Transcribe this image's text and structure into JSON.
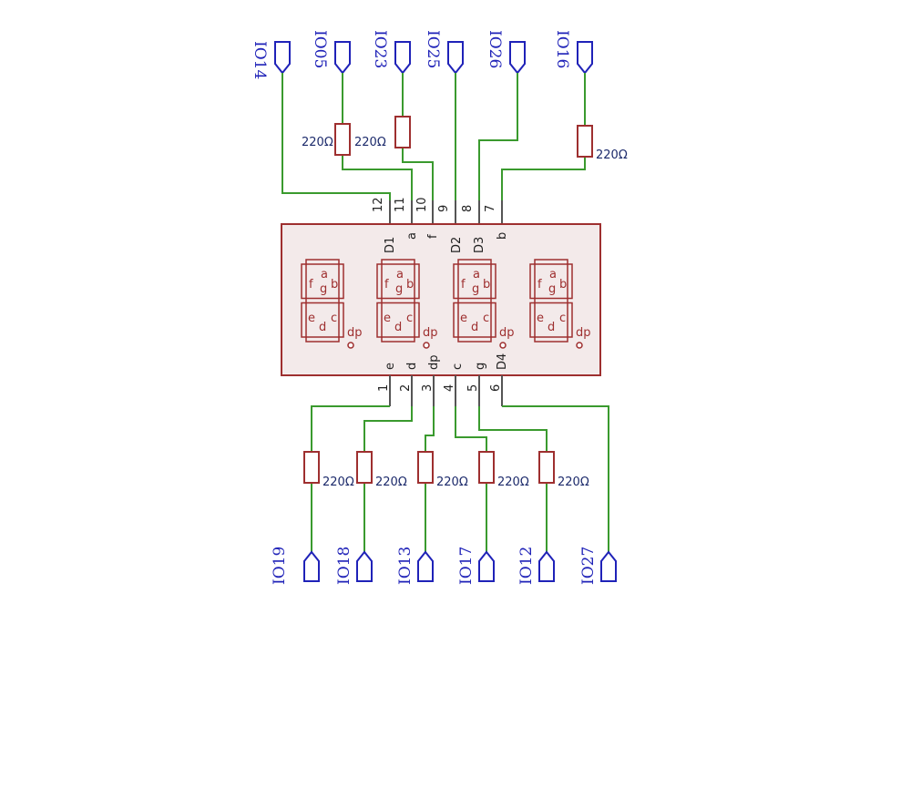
{
  "display": {
    "top_pins": [
      {
        "num": "12",
        "name": "D1"
      },
      {
        "num": "11",
        "name": "a"
      },
      {
        "num": "10",
        "name": "f"
      },
      {
        "num": "9",
        "name": "D2"
      },
      {
        "num": "8",
        "name": "D3"
      },
      {
        "num": "7",
        "name": "b"
      }
    ],
    "bottom_pins": [
      {
        "num": "1",
        "name": "e"
      },
      {
        "num": "2",
        "name": "d"
      },
      {
        "num": "3",
        "name": "dp"
      },
      {
        "num": "4",
        "name": "c"
      },
      {
        "num": "5",
        "name": "g"
      },
      {
        "num": "6",
        "name": "D4"
      }
    ],
    "segment_labels": {
      "a": "a",
      "b": "b",
      "c": "c",
      "d": "d",
      "e": "e",
      "f": "f",
      "g": "g",
      "dp": "dp"
    },
    "digit_count": 4
  },
  "top_nets": [
    "IO14",
    "IO05",
    "IO23",
    "IO25",
    "IO26",
    "IO16"
  ],
  "bottom_nets": [
    "IO19",
    "IO18",
    "IO13",
    "IO17",
    "IO12",
    "IO27"
  ],
  "resistors": {
    "r_io05": "220Ω",
    "r_io23": "220Ω",
    "r_io16": "220Ω",
    "r_io19": "220Ω",
    "r_io18": "220Ω",
    "r_io13": "220Ω",
    "r_io17": "220Ω",
    "r_io12": "220Ω"
  },
  "colors": {
    "wire": "#3a9a2e",
    "component": "#9e2f2f",
    "net_label": "#1f22b8",
    "value_text": "#1c2a6b"
  }
}
